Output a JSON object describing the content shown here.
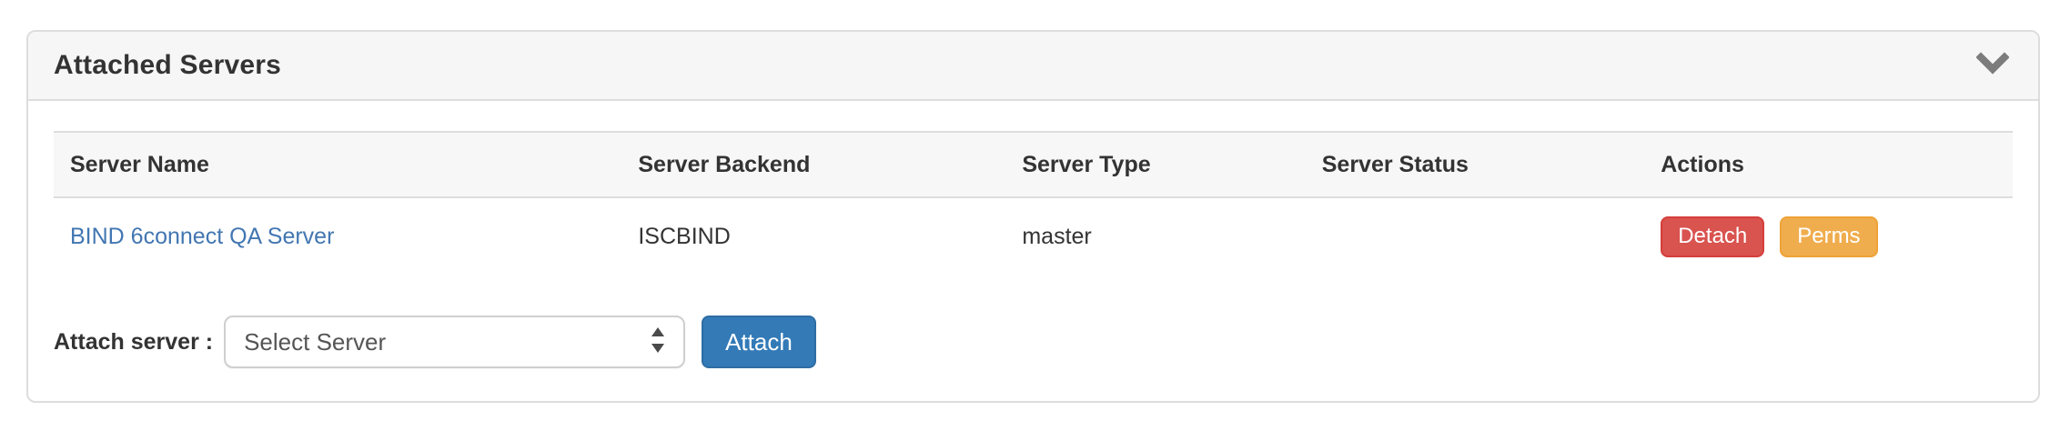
{
  "panel": {
    "title": "Attached Servers",
    "collapse_icon": "chevron-down-icon"
  },
  "table": {
    "columns": {
      "name": "Server Name",
      "backend": "Server Backend",
      "type": "Server Type",
      "status": "Server Status",
      "actions": "Actions"
    },
    "rows": [
      {
        "name": "BIND 6connect QA Server",
        "backend": "ISCBIND",
        "type": "master",
        "status": "",
        "detach_label": "Detach",
        "perms_label": "Perms"
      }
    ]
  },
  "attach": {
    "label": "Attach server :",
    "select_value": "Select Server",
    "button_label": "Attach"
  },
  "colors": {
    "link_blue": "#4276b1",
    "detach_red": "#d9534f",
    "perms_orange": "#f0ad4e",
    "attach_blue": "#337ab7",
    "panel_header_bg": "#f6f6f6",
    "table_header_bg": "#f7f7f7",
    "border_gray": "#dddddd",
    "text_dark": "#333333",
    "select_text": "#555555"
  }
}
